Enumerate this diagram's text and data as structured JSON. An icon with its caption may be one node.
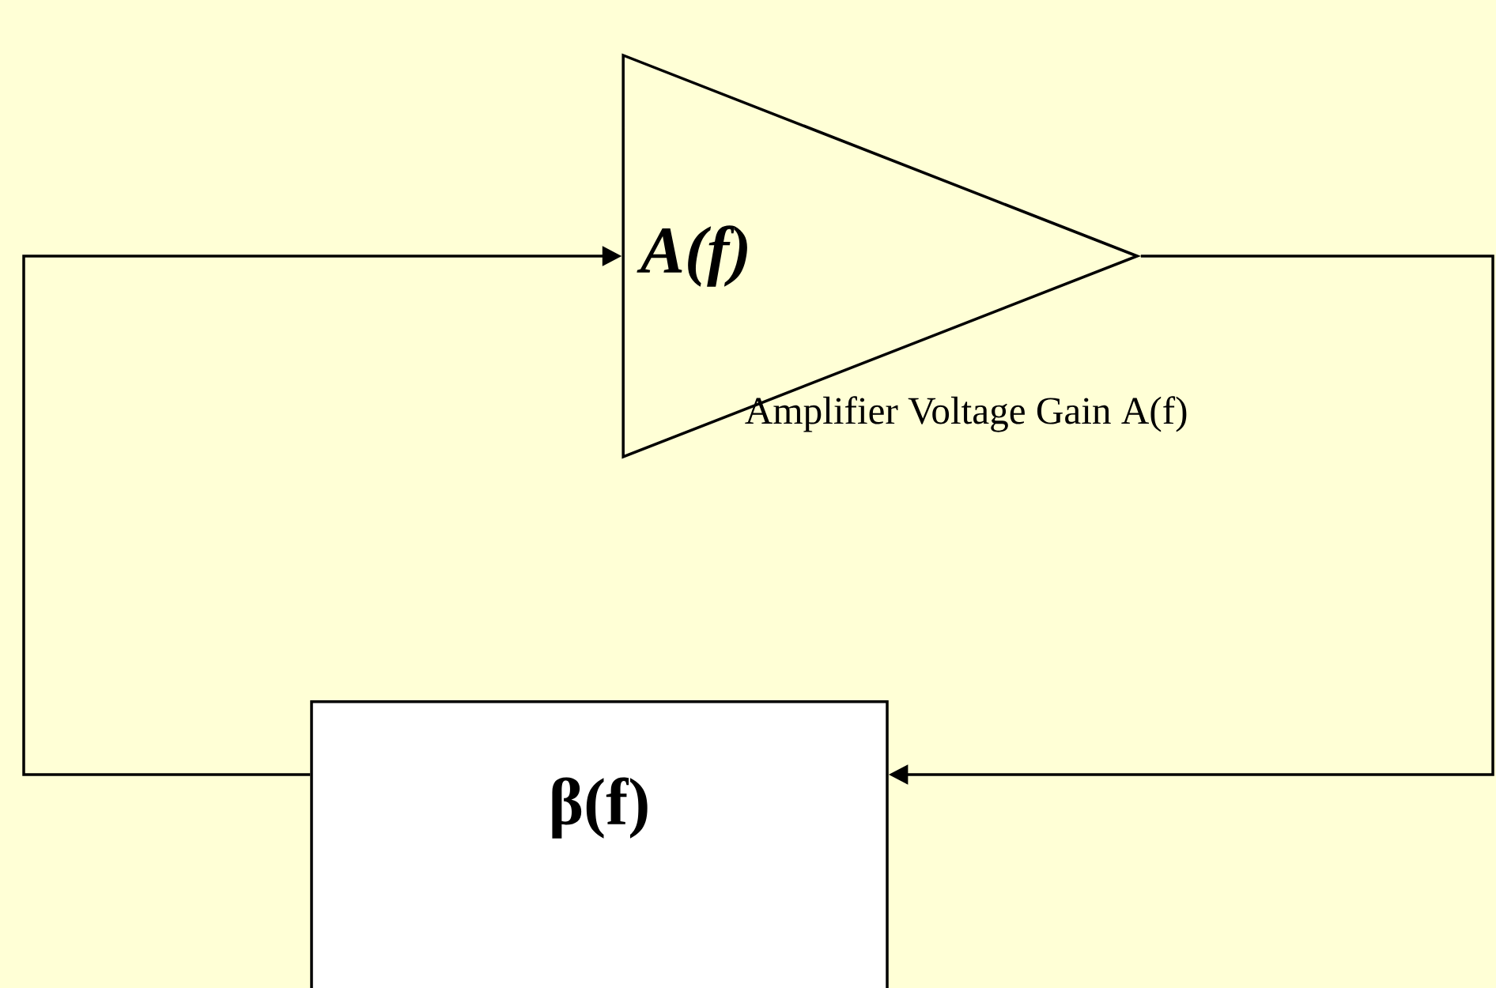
{
  "diagram": {
    "nodes": [
      {
        "text": [
          "A(f)"
        ],
        "beside": [
          "Amplifier Voltage Gain A(f)"
        ]
      },
      {
        "text": [
          "β(f)"
        ]
      }
    ],
    "edges": [
      {
        "from": 0,
        "to": 1,
        "arrow": "to"
      },
      {
        "from": 1,
        "to": 0,
        "arrow": "to"
      }
    ]
  }
}
